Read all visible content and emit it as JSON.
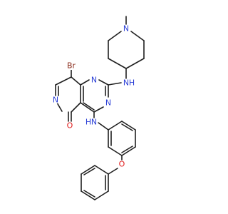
{
  "molecule": {
    "atoms": [
      {
        "id": "a1",
        "label": "Br",
        "color": "#8b2d1d"
      },
      {
        "id": "a2",
        "label": "N",
        "color": "#2b3fd6"
      },
      {
        "id": "a3",
        "label": "N",
        "color": "#2b3fd6"
      },
      {
        "id": "a4",
        "label": "N",
        "color": "#2b3fd6"
      },
      {
        "id": "a5",
        "label": "N",
        "color": "#2b3fd6"
      },
      {
        "id": "a6",
        "label": "N",
        "color": "#2b3fd6"
      },
      {
        "id": "a7",
        "label": "H",
        "color": "#2b3fd6"
      },
      {
        "id": "a8",
        "label": "N",
        "color": "#2b3fd6"
      },
      {
        "id": "a9",
        "label": "H",
        "color": "#2b3fd6"
      },
      {
        "id": "a10",
        "label": "O",
        "color": "#e01b1b"
      },
      {
        "id": "a11",
        "label": "O",
        "color": "#e01b1b"
      }
    ]
  }
}
